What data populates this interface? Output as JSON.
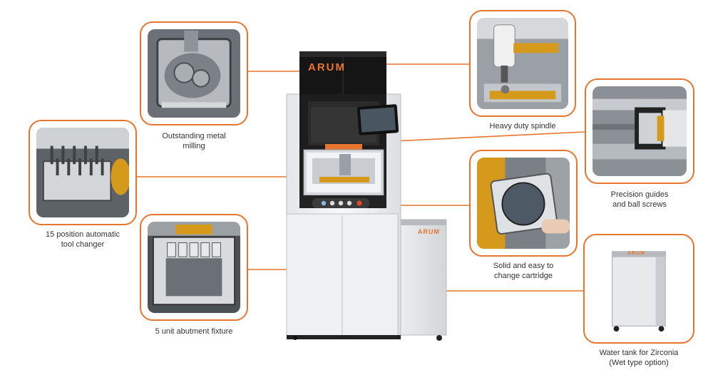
{
  "brand": "ARUM",
  "features": {
    "metal_milling": "Outstanding metal\nmilling",
    "spindle": "Heavy duty spindle",
    "guides": "Precision guides\nand ball screws",
    "tool_changer": "15 position automatic\ntool changer",
    "cartridge": "Solid and easy to\nchange cartridge",
    "fixture": "5 unit abutment fixture",
    "water_tank": "Water tank for Zirconia\n(Wet type option)"
  },
  "colors": {
    "accent": "#e8742e",
    "gold": "#d59a1c",
    "steel": "#c9ccd0",
    "dark": "#1a1a1a"
  }
}
